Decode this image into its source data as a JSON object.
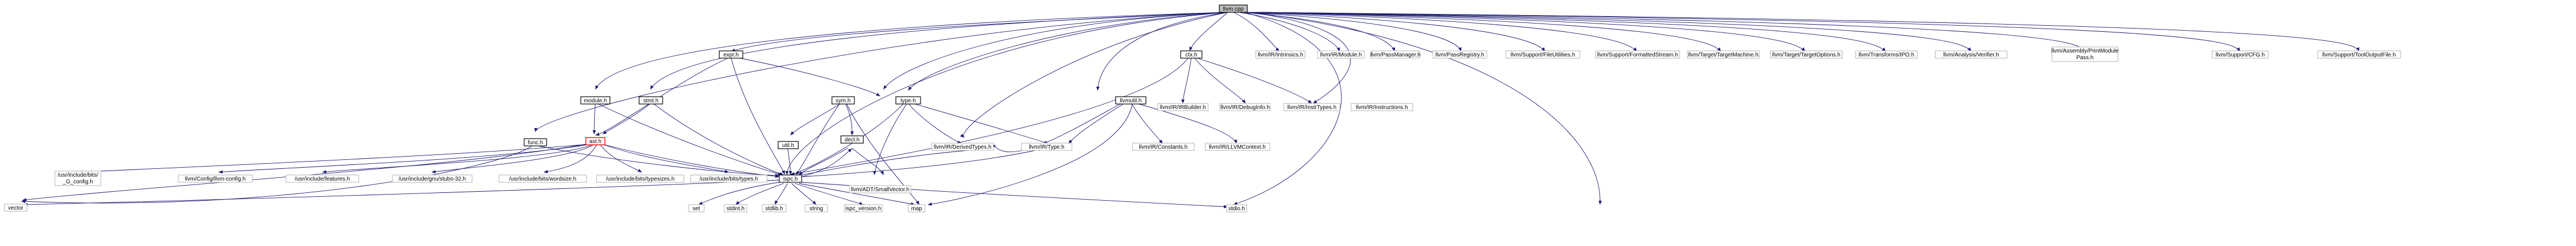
{
  "colors": {
    "edge": "#191970",
    "root_fill": "#bfbfbf",
    "highlight_border": "#ff0000"
  },
  "nodes": {
    "root": {
      "label": "llvm.cpp"
    },
    "expr": {
      "label": "expr.h"
    },
    "module": {
      "label": "module.h"
    },
    "stmt": {
      "label": "stmt.h"
    },
    "sym": {
      "label": "sym.h"
    },
    "type": {
      "label": "type.h"
    },
    "func": {
      "label": "func.h"
    },
    "ast": {
      "label": "ast.h"
    },
    "util": {
      "label": "util.h"
    },
    "decl": {
      "label": "decl.h"
    },
    "llvmutil": {
      "label": "llvmutil.h"
    },
    "ctx": {
      "label": "ctx.h"
    },
    "ispc": {
      "label": "ispc.h"
    },
    "irbuilder": {
      "label": "llvm/IR/IRBuilder.h"
    },
    "debuginfo": {
      "label": "llvm/IR/DebugInfo.h"
    },
    "instrtypes": {
      "label": "llvm/IR/InstrTypes.h"
    },
    "instructions": {
      "label": "llvm/IR/Instructions.h"
    },
    "derivedtypes": {
      "label": "llvm/IR/DerivedTypes.h"
    },
    "irtype": {
      "label": "llvm/IR/Type.h"
    },
    "constants": {
      "label": "llvm/IR/Constants.h"
    },
    "llvmcontext": {
      "label": "llvm/IR/LLVMContext.h"
    },
    "smallvector": {
      "label": "llvm/ADT/SmallVector.h"
    },
    "intrinsics": {
      "label": "llvm/IR/Intrinsics.h"
    },
    "irmodule": {
      "label": "llvm/IR/Module.h"
    },
    "passmanager": {
      "label": "llvm/PassManager.h"
    },
    "passregistry": {
      "label": "llvm/PassRegistry.h"
    },
    "fileutilities": {
      "label": "llvm/Support/FileUtilities.h"
    },
    "formattedstream": {
      "label": "llvm/Support/FormattedStream.h"
    },
    "targetmachine": {
      "label": "llvm/Target/TargetMachine.h"
    },
    "targetoptions": {
      "label": "llvm/Target/TargetOptions.h"
    },
    "ipo": {
      "label": "llvm/Transforms/IPO.h"
    },
    "verifier": {
      "label": "llvm/Analysis/Verifier.h"
    },
    "printmodule": {
      "label": "llvm/Assembly/PrintModule",
      "label2": "Pass.h"
    },
    "cfg": {
      "label": "llvm/Support/CFG.h"
    },
    "tooloutput": {
      "label": "llvm/Support/ToolOutputFile.h"
    },
    "stdio": {
      "label": "stdio.h"
    },
    "bits_c_config": {
      "label": "/usr/include/bits/",
      "label2": "_G_config.h"
    },
    "llvm_config": {
      "label": "llvm/Config/llvm-config.h"
    },
    "features": {
      "label": "/usr/include/features.h"
    },
    "stubs32": {
      "label": "/usr/include/gnu/stubs-32.h"
    },
    "wordsize": {
      "label": "/usr/include/bits/wordsize.h"
    },
    "typesizes": {
      "label": "/usr/include/bits/typesizes.h"
    },
    "bits_types": {
      "label": "/usr/include/bits/types.h"
    },
    "vector": {
      "label": "vector"
    },
    "set": {
      "label": "set"
    },
    "stdint": {
      "label": "stdint.h"
    },
    "stdlib": {
      "label": "stdlib.h"
    },
    "string": {
      "label": "string"
    },
    "ispc_version": {
      "label": "ispc_version.h"
    },
    "map": {
      "label": "map"
    }
  }
}
